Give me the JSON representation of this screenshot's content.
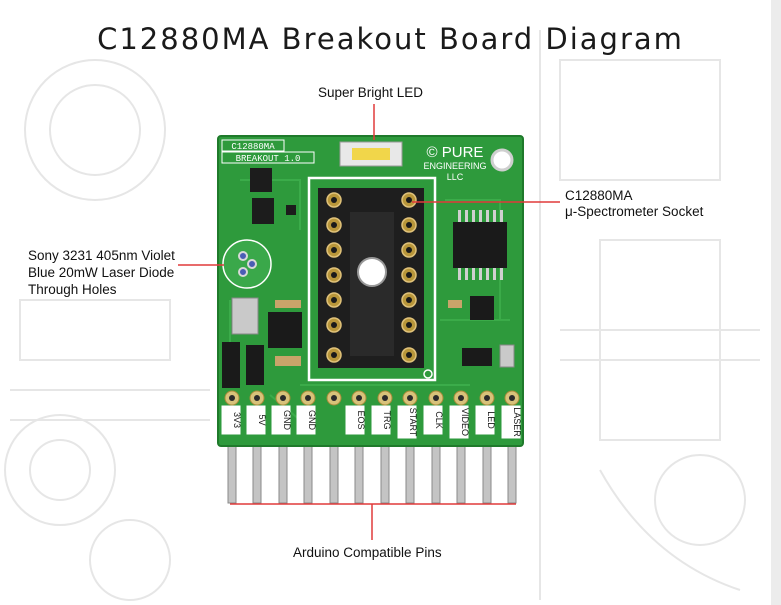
{
  "title": "C12880MA Breakout Board Diagram",
  "callouts": {
    "led": "Super Bright LED",
    "socket_line1": "C12880MA",
    "socket_line2": "μ-Spectrometer Socket",
    "laser_line1": "Sony 3231 405nm Violet",
    "laser_line2": "Blue 20mW Laser Diode",
    "laser_line3": "Through Holes",
    "pins": "Arduino Compatible Pins"
  },
  "board": {
    "silk_name": "C12880MA",
    "silk_sub": "BREAKOUT 1.0",
    "brand_line1": "© PURE",
    "brand_line2": "ENGINEERING",
    "brand_line3": "LLC",
    "pin_labels": [
      "3V3",
      "5V",
      "GND",
      "GND",
      "EOS",
      "TRG",
      "START",
      "CLK",
      "VIDEO",
      "LED",
      "LASER"
    ]
  },
  "colors": {
    "pcb": "#2e9a3c",
    "silkscreen": "#ffffff",
    "leader_line": "#e03a3a",
    "header_pin": "#b9b9b9"
  }
}
